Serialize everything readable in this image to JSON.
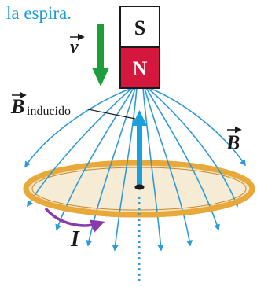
{
  "caption": "la espira.",
  "magnet": {
    "top_pole": "S",
    "bottom_pole": "N"
  },
  "labels": {
    "velocity": "v",
    "induced_field_main": "B",
    "induced_field_sub": "inducido",
    "field": "B",
    "current": "I"
  },
  "colors": {
    "caption_text": "#1f9bd7",
    "field_lines": "#2e9ad6",
    "induced_arrow": "#1aa0dc",
    "velocity_arrow": "#1e9e3a",
    "magnet_north": "#d6173d",
    "magnet_south": "#ffffff",
    "loop_fill": "#f1e3c4",
    "loop_rim": "#e8a93a",
    "current_arrow": "#8a3aa8",
    "label_text": "#1a1a1a"
  }
}
